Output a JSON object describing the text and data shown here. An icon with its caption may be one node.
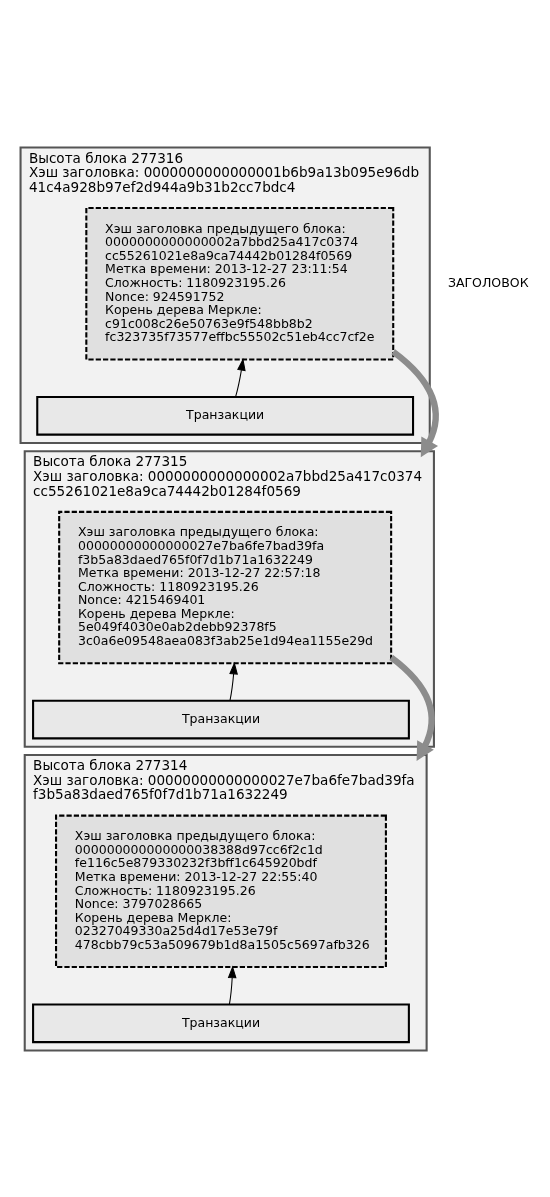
{
  "diagram": {
    "nodes": [
      {
        "text": [
          "Высота блока 277316",
          "Хэш заголовка: 0000000000000001b6b9a13b095e96db 41c4a928b97ef2d944a9b31b2cc7bdc4"
        ]
      },
      {
        "text": [
          "Хэш заголовка предыдущего блока: 0000000000000002a7bbd25a417c0374 cc55261021e8a9ca74442b01284f0569",
          "Метка времени: 2013-12-27 23:11:54",
          "Сложность: 1180923195.26",
          "Nonce: 924591752",
          "Корень дерева Меркле: c91c008c26e50763e9f548bb8b2 fc323735f73577effbc55502c51eb4cc7cf2e"
        ],
        "in": 0
      },
      {
        "text": [
          "Транзакции"
        ],
        "in": 0
      },
      {
        "text": [
          "Высота блока 277315",
          "Хэш заголовка: 0000000000000002a7bbd25a417c0374 cc55261021e8a9ca74442b01284f0569"
        ]
      },
      {
        "text": [
          "Хэш заголовка предыдущего блока: 00000000000000027e7ba6fe7bad39fa f3b5a83daed765f0f7d1b71a1632249",
          "Метка времени: 2013-12-27 22:57:18",
          "Сложность: 1180923195.26",
          "Nonce: 4215469401",
          "Корень дерева Меркле: 5e049f4030e0ab2debb92378f5 3c0a6e09548aea083f3ab25e1d94ea1155e29d"
        ],
        "in": 3
      },
      {
        "text": [
          "Транзакции"
        ],
        "in": 3
      },
      {
        "text": [
          "Высота блока 277314",
          "Хэш заголовка: 00000000000000027e7ba6fe7bad39fa f3b5a83daed765f0f7d1b71a1632249"
        ]
      },
      {
        "text": [
          "Хэш заголовка предыдущего блока: 000000000000000038388d97cc6f2c1d fe116c5e879330232f3bff1c645920bdf",
          "Метка времени: 2013-12-27 22:55:40",
          "Сложность: 1180923195.26",
          "Nonce: 3797028665",
          "Корень дерева Меркле: 02327049330a25d4d17e53e79f 478cbb79c53a509679b1d8a1505c5697afb326"
        ],
        "in": 6
      },
      {
        "text": [
          "Транзакции"
        ],
        "in": 6
      }
    ],
    "edges": [
      {
        "from": 2,
        "to": 1,
        "arrow": "to"
      },
      {
        "from": 1,
        "to": 3,
        "arrow": "to",
        "style": "thick",
        "color": "#8c8c8c"
      },
      {
        "from": 5,
        "to": 4,
        "arrow": "to"
      },
      {
        "from": 4,
        "to": 6,
        "arrow": "to",
        "style": "thick",
        "color": "#8c8c8c"
      },
      {
        "from": 8,
        "to": 7,
        "arrow": "to"
      }
    ],
    "labels": [
      "ЗАГОЛОВОК"
    ]
  }
}
